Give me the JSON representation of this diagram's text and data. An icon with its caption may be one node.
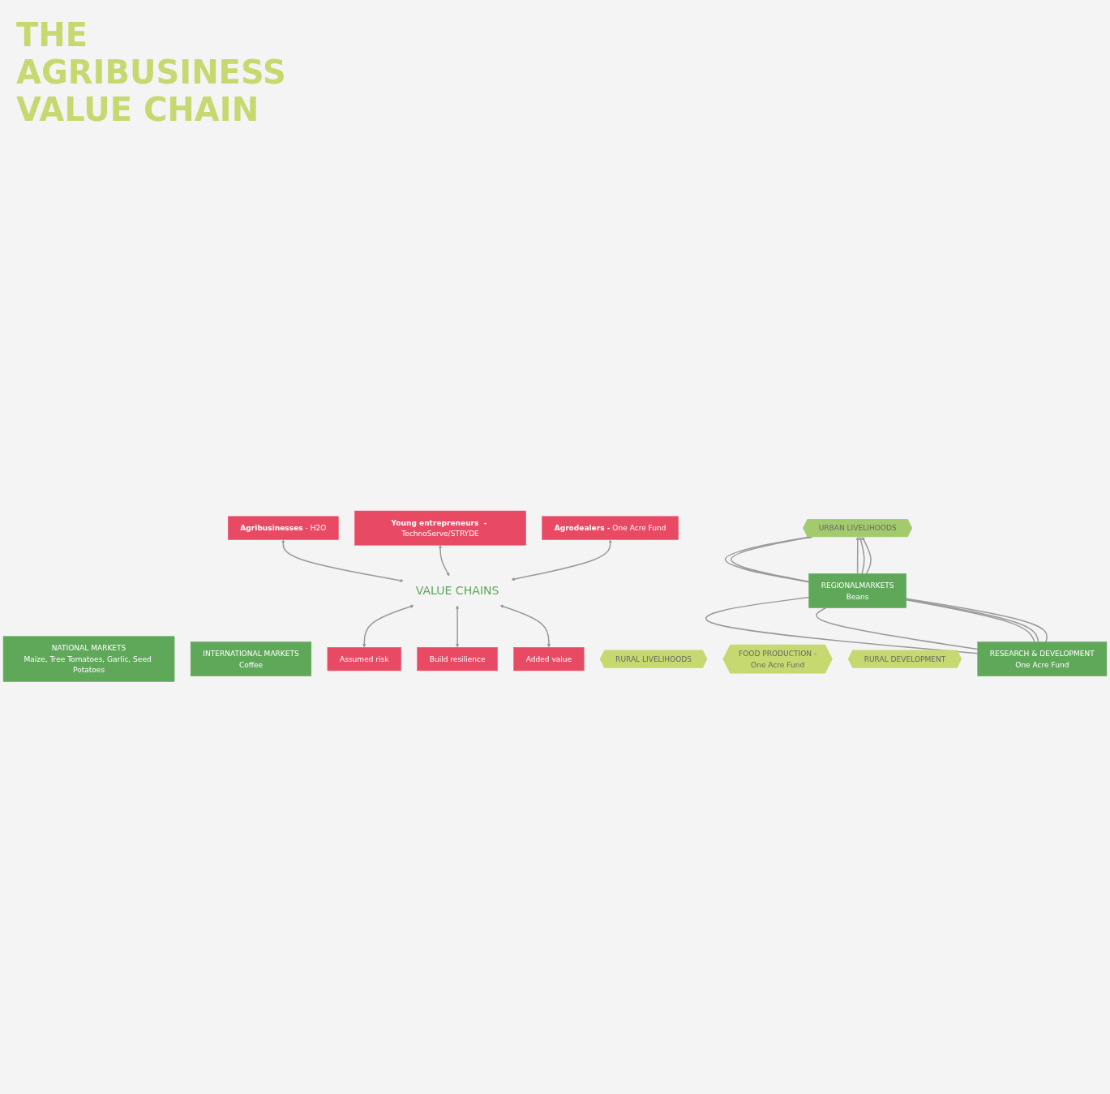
{
  "diagram": {
    "title": "THE AGRIBUSINESS VALUE CHAIN",
    "nodes": [
      {
        "text": [
          "URBAN LIVELIHOODS"
        ]
      },
      {
        "text": [
          "NATIONAL MARKETS",
          "Maize, Tree Tomatoes, Garlic, Seed Potatoes"
        ]
      },
      {
        "text": [
          "REGIONALMARKETS",
          "Beans"
        ]
      },
      {
        "text": [
          "INTERNATIONAL MARKETS",
          "Coffee"
        ]
      },
      {
        "text": [
          "Assumed risk"
        ]
      },
      {
        "text": [
          "**Agribusinesses** - H2O"
        ]
      },
      {
        "text": [
          "VALUE CHAINS"
        ]
      },
      {
        "text": [
          "Build resilience"
        ]
      },
      {
        "text": [
          "**Young entrepreneurs  -** TechnoServe/STRYDE"
        ]
      },
      {
        "text": [
          "Added value"
        ]
      },
      {
        "text": [
          "**Agrodealers -** One Acre Fund"
        ]
      },
      {
        "text": [
          "RURAL LIVELIHOODS"
        ]
      },
      {
        "text": [
          "FOOD PRODUCTION -",
          "One Acre Fund"
        ]
      },
      {
        "text": [
          "RURAL DEVELOPMENT"
        ]
      },
      {
        "text": [
          "RESEARCH & DEVELOPMENT",
          "One Acre Fund"
        ]
      }
    ],
    "edges": [
      {
        "from": 4,
        "to": 6,
        "arrow": "both"
      },
      {
        "from": 6,
        "to": 5,
        "arrow": "both"
      },
      {
        "from": 7,
        "to": 6,
        "arrow": "both"
      },
      {
        "from": 6,
        "to": 8,
        "arrow": "both"
      },
      {
        "from": 9,
        "to": 6,
        "arrow": "both"
      },
      {
        "from": 6,
        "to": 10,
        "arrow": "both"
      },
      {
        "from": 14,
        "to": 2,
        "arrow": "none"
      },
      {
        "from": 14,
        "to": 2,
        "arrow": "none"
      },
      {
        "from": 14,
        "to": 2,
        "arrow": "none"
      },
      {
        "from": 14,
        "to": 2,
        "arrow": "none"
      },
      {
        "from": 14,
        "to": 2,
        "arrow": "none"
      },
      {
        "from": 2,
        "to": 0,
        "arrow": "to"
      },
      {
        "from": 2,
        "to": 0,
        "arrow": "to"
      },
      {
        "from": 2,
        "to": 0,
        "arrow": "to"
      },
      {
        "from": 2,
        "to": 0,
        "arrow": "to"
      },
      {
        "from": 2,
        "to": 0,
        "arrow": "to"
      }
    ]
  }
}
